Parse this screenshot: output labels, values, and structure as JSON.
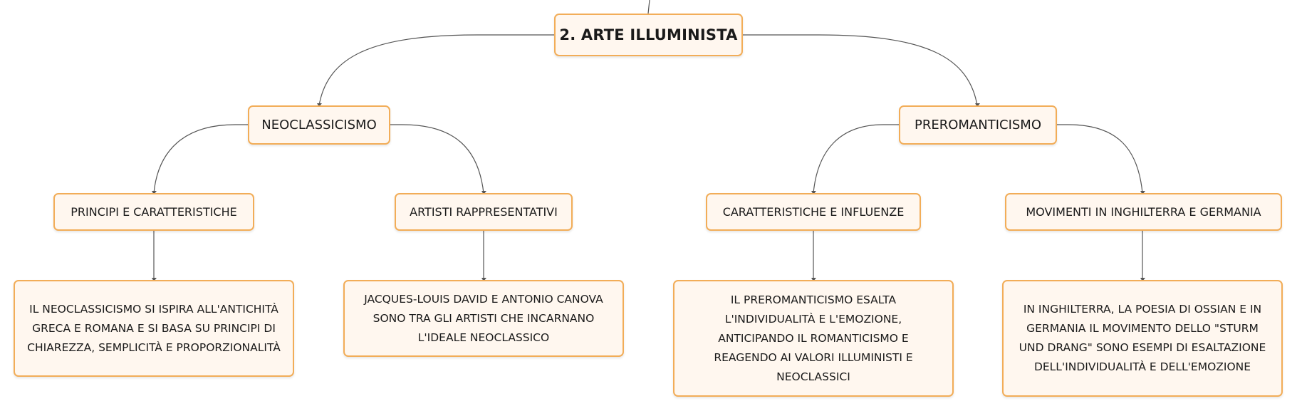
{
  "diagram": {
    "root": {
      "label": "2. ARTE ILLUMINISTA"
    },
    "branches": [
      {
        "label": "NEOCLASSICISMO",
        "children": [
          {
            "label": "PRINCIPI E CARATTERISTICHE",
            "detail": [
              "IL NEOCLASSICISMO SI ISPIRA ALL'ANTICHITÀ",
              "GRECA E ROMANA E SI BASA SU PRINCIPI DI",
              "CHIAREZZA, SEMPLICITÀ E PROPORZIONALITÀ"
            ]
          },
          {
            "label": "ARTISTI RAPPRESENTATIVI",
            "detail": [
              "JACQUES-LOUIS DAVID E ANTONIO CANOVA",
              "SONO TRA GLI ARTISTI CHE INCARNANO",
              "L'IDEALE NEOCLASSICO"
            ]
          }
        ]
      },
      {
        "label": "PREROMANTICISMO",
        "children": [
          {
            "label": "CARATTERISTICHE E INFLUENZE",
            "detail": [
              "IL PREROMANTICISMO ESALTA",
              "L'INDIVIDUALITÀ E L'EMOZIONE,",
              "ANTICIPANDO IL ROMANTICISMO E",
              "REAGENDO AI VALORI ILLUMINISTI E",
              "NEOCLASSICI"
            ]
          },
          {
            "label": "MOVIMENTI IN INGHILTERRA E GERMANIA",
            "detail": [
              "IN INGHILTERRA, LA POESIA DI OSSIAN E IN",
              "GERMANIA IL MOVIMENTO DELLO \"STURM",
              "UND DRANG\" SONO ESEMPI DI ESALTAZIONE",
              "DELL'INDIVIDUALITÀ E DELL'EMOZIONE"
            ]
          }
        ]
      }
    ]
  },
  "colors": {
    "node_border": "#f2ad58",
    "node_fill": "#fff7ef",
    "connector": "#555555"
  }
}
